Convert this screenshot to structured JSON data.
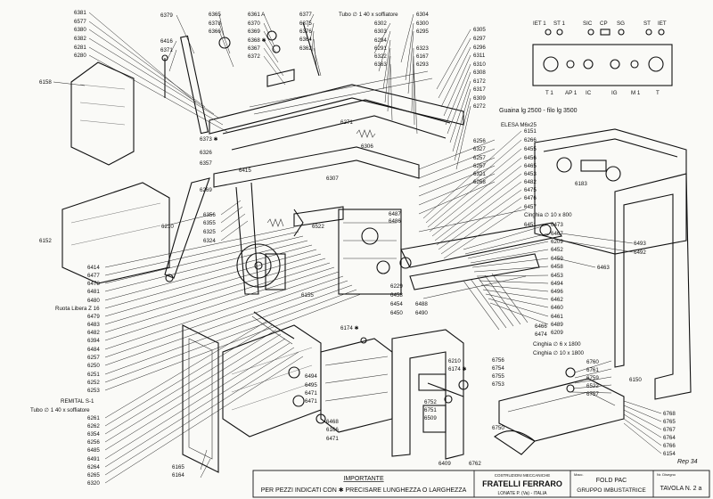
{
  "panel": {
    "top_labels": [
      "IET 1",
      "ST 1",
      "SIC",
      "CP",
      "SG",
      "ST",
      "IET"
    ],
    "bottom_labels": [
      "T 1",
      "AP 1",
      "IC",
      "IG",
      "M 1",
      "T"
    ]
  },
  "annotations": {
    "tubo_top": "Tubo ∅ 1 40 x soffiatore",
    "guaina": "Guaina lg 2500 - filo lg 3500",
    "elesa": "ELESA M6x25",
    "cinghia_10x800": "Cinghia ∅ 10 x 800",
    "cinghia_6x1800": "Cinghia ∅ 6 x 1800",
    "cinghia_10x1800": "Cinghia ∅ 10 x 1800",
    "ruota_libera": "Ruota Libera Z 16",
    "remital": "REMITAL S-1",
    "tubo_left": "Tubo ∅ 1 40 x soffiatore",
    "page_ref": "Rep 34"
  },
  "title_block": {
    "importante": "IMPORTANTE",
    "per_pezzi": "PER PEZZI INDICATI CON ✱ PRECISARE LUNGHEZZA O LARGHEZZA",
    "costruzioni": "COSTRUZIONI MECCANICHE",
    "company": "FRATELLI FERRARO",
    "location": "LONATE P. (Va) - ITALIA",
    "machine_label": "Macc.",
    "machine": "FOLD PAC",
    "group": "GRUPPO IMBUSTATRICE",
    "drawing_no_label": "Nr. Disegno",
    "tavola": "TAVOLA N. 2 a"
  },
  "labels": {
    "l_6381": "6381",
    "l_6577": "6577",
    "l_6380": "6380",
    "l_6382": "6382",
    "l_6281": "6281",
    "l_6280": "6280",
    "l_6158": "6158",
    "l_6152": "6152",
    "l_6379": "6379",
    "l_6416": "6416",
    "l_6371": "6371",
    "l_6365": "6365",
    "l_6378": "6378",
    "l_6366": "6366",
    "l_6361A": "6361 A",
    "l_6370": "6370",
    "l_6369": "6369",
    "l_6368": "6368 ✱",
    "l_6367": "6367",
    "l_6372": "6372",
    "l_6377": "6377",
    "l_6375": "6375",
    "l_6376": "6376",
    "l_6364": "6364",
    "l_6362": "6362",
    "l_6302": "6302",
    "l_6303": "6303",
    "l_6294": "6294",
    "l_6291": "6291",
    "l_6322": "6322",
    "l_6363": "6363",
    "l_6304": "6304",
    "l_6300": "6300",
    "l_6295": "6295",
    "l_6323": "6323",
    "l_6167": "6167",
    "l_6293": "6293",
    "l_6305": "6305",
    "l_6297": "6297",
    "l_6296": "6296",
    "l_6311": "6311",
    "l_6310": "6310",
    "l_6308": "6308",
    "l_6172": "6172",
    "l_6317": "6317",
    "l_6309": "6309",
    "l_6272": "6272",
    "l_6373": "6373 ✱",
    "l_6326": "6326",
    "l_6357": "6357",
    "l_6415": "6415",
    "l_6269": "6269",
    "l_6271": "6271",
    "l_6306": "6306",
    "l_6307": "6307",
    "l_6256": "6256",
    "l_6327": "6327",
    "l_6257": "6257",
    "l_6267": "6267",
    "l_6321": "6321",
    "l_6268": "6268",
    "l_6151": "6151",
    "l_6266": "6266",
    "l_6455": "6455",
    "l_6456": "6456",
    "l_6465": "6465",
    "l_6453": "6453",
    "l_6482": "6482",
    "l_6475": "6475",
    "l_6476": "6476",
    "l_6457": "6457",
    "l_6183": "6183",
    "l_6451": "6451",
    "l_6473": "6473",
    "l_6467": "6467",
    "l_6209": "6209",
    "l_6452": "6452",
    "l_6459": "6459",
    "l_6458": "6458",
    "l_6453b": "6453",
    "l_6494": "6494",
    "l_6496": "6496",
    "l_6462": "6462",
    "l_6460": "6460",
    "l_6461": "6461",
    "l_6489": "6489",
    "l_6209b": "6209",
    "l_6493": "6493",
    "l_6492": "6492",
    "l_6463": "6463",
    "l_6466": "6466",
    "l_6474": "6474",
    "l_6760": "6760",
    "l_6761": "6761",
    "l_6759": "6759",
    "l_6522b": "6522",
    "l_6757": "6757",
    "l_6150": "6150",
    "l_6768": "6768",
    "l_6765": "6765",
    "l_6767": "6767",
    "l_6764": "6764",
    "l_6766": "6766",
    "l_6154": "6154",
    "l_6210": "6210",
    "l_6356": "6356",
    "l_6355": "6355",
    "l_6325": "6325",
    "l_6324": "6324",
    "l_6487": "6487",
    "l_6486": "6486",
    "l_6522": "6522",
    "l_6414": "6414",
    "l_6477": "6477",
    "l_6478": "6478",
    "l_6481": "6481",
    "l_6480": "6480",
    "l_6479": "6479",
    "l_6483": "6483",
    "l_6482b": "6482",
    "l_6394": "6394",
    "l_6484": "6484",
    "l_6257b": "6257",
    "l_6250": "6250",
    "l_6251": "6251",
    "l_6252": "6252",
    "l_6253": "6253",
    "l_6261": "6261",
    "l_6262": "6262",
    "l_6354": "6354",
    "l_6256b": "6256",
    "l_6485": "6485",
    "l_6491": "6491",
    "l_6264": "6264",
    "l_6265": "6265",
    "l_6320": "6320",
    "l_6165": "6165",
    "l_6164": "6164",
    "l_6155": "6155",
    "l_6229": "6229",
    "l_6458b": "6458",
    "l_6454": "6454",
    "l_6450": "6450",
    "l_6488": "6488",
    "l_6490": "6490",
    "l_6174": "6174 ✱",
    "l_6210b": "6210",
    "l_6174b": "6174 ✱",
    "l_6756": "6756",
    "l_6754": "6754",
    "l_6755": "6755",
    "l_6753": "6753",
    "l_6752": "6752",
    "l_6751": "6751",
    "l_6509": "6509",
    "l_6750": "6750",
    "l_6494b": "6494",
    "l_6495": "6495",
    "l_6471": "6471",
    "l_6471b": "6471",
    "l_6468": "6468",
    "l_6166": "6166",
    "l_6471c": "6471",
    "l_6409": "6409",
    "l_6762": "6762"
  }
}
